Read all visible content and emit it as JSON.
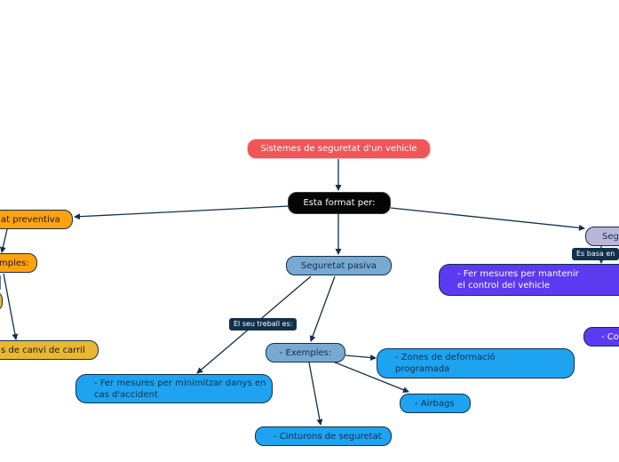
{
  "nodes": {
    "root": "Sistemes de seguretat d'un vehicle",
    "hub": "Esta format per:",
    "preventive": "at preventiva",
    "preventive_examples": "mples:",
    "lane_change": "s de canvi de carril",
    "passive": "Seguretat pasiva",
    "passive_examples": "- Exemples:",
    "minimize": "- Fer mesures per minimitzar danys en cas d'accident",
    "deformation": "- Zones de deformació programada",
    "airbags": "- Airbags",
    "belts": "- Cinturons de seguretat",
    "active": "Segu",
    "control": "- Fer mesures per mantenir el control del vehicle",
    "active_bottom": "- Con"
  },
  "tags": {
    "work": "El seu treball es:",
    "based": "Es basa en"
  },
  "colors": {
    "root": "#f05558",
    "hub": "#050505",
    "preventive": "#ffa20f",
    "lane": "#e8b832",
    "passive": "#79a9d1",
    "leaf_blue": "#1ea3f0",
    "active": "#b9b6d9",
    "purple": "#5b3af0",
    "line": "#11304a"
  }
}
